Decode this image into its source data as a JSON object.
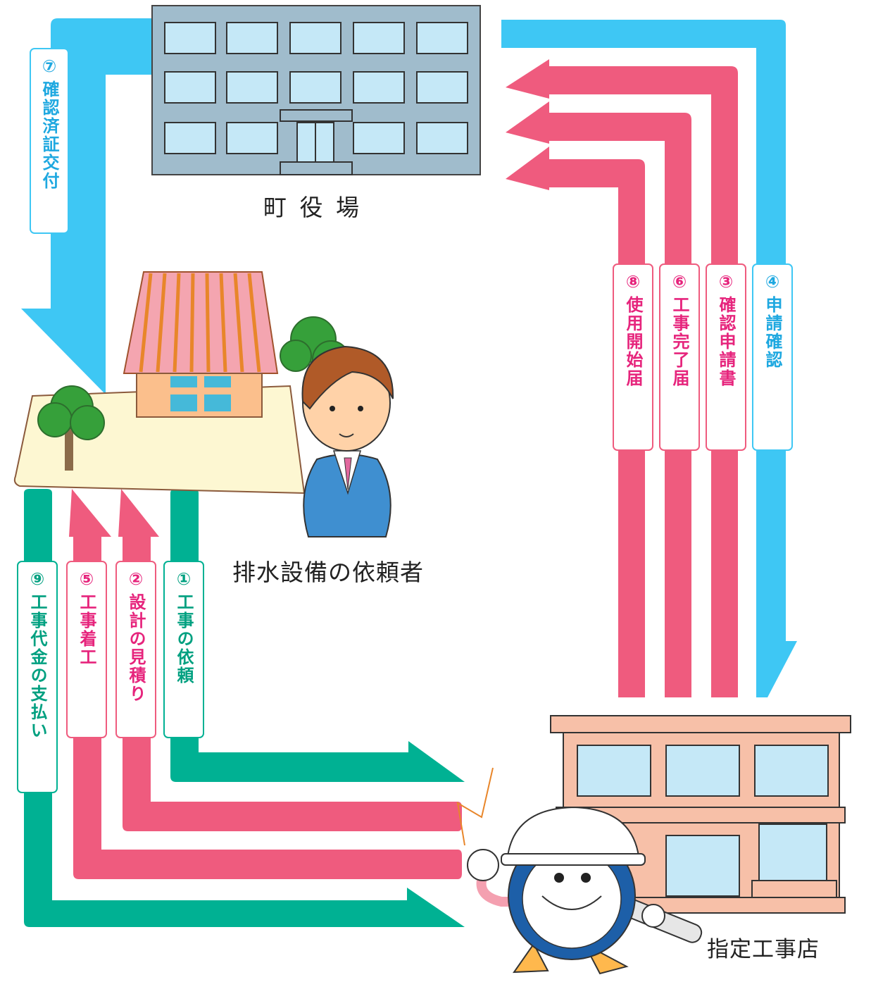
{
  "places": {
    "town_office": "町 役 場",
    "requester": "排水設備の依頼者",
    "contractor": "指定工事店"
  },
  "steps": [
    {
      "num": "①",
      "text": "工事の依頼"
    },
    {
      "num": "②",
      "text": "設計の見積り"
    },
    {
      "num": "③",
      "text": "確認申請書"
    },
    {
      "num": "④",
      "text": "申請確認"
    },
    {
      "num": "⑤",
      "text": "工事着工"
    },
    {
      "num": "⑥",
      "text": "工事完了届"
    },
    {
      "num": "⑦",
      "text": "確認済証交付"
    },
    {
      "num": "⑧",
      "text": "使用開始届"
    },
    {
      "num": "⑨",
      "text": "工事代金の支払い"
    }
  ],
  "colors": {
    "blue": "#3ec7f4",
    "pink": "#ef5b7e",
    "green": "#00b193"
  }
}
